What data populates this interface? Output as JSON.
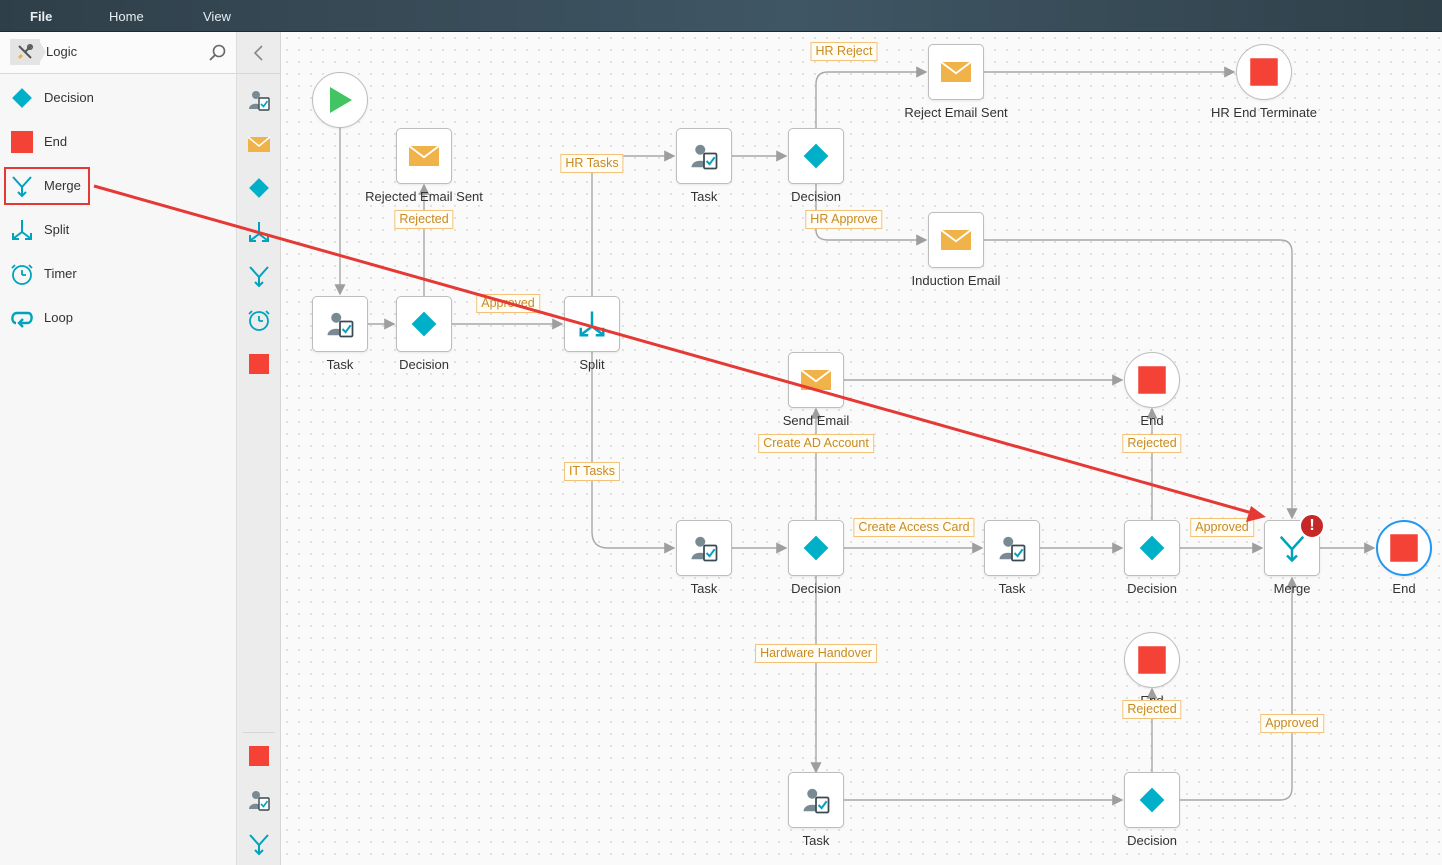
{
  "menubar": {
    "items": [
      "File",
      "Home",
      "View"
    ]
  },
  "toolbox": {
    "breadcrumb": "Logic",
    "items": [
      {
        "label": "Decision",
        "icon": "decision-icon"
      },
      {
        "label": "End",
        "icon": "end-icon"
      },
      {
        "label": "Merge",
        "icon": "merge-icon"
      },
      {
        "label": "Split",
        "icon": "split-icon"
      },
      {
        "label": "Timer",
        "icon": "timer-icon"
      },
      {
        "label": "Loop",
        "icon": "loop-icon"
      }
    ]
  },
  "colors": {
    "start": "#43c463",
    "decision": "#00b0c8",
    "end": "#f44336",
    "email": "#f0b34a",
    "task": "#607078",
    "annotation": "#e53935",
    "label_border": "#f2c27a",
    "label_text": "#c98a1f"
  },
  "nodes": {
    "start": {
      "label": ""
    },
    "task1": {
      "label": "Task"
    },
    "decision1": {
      "label": "Decision"
    },
    "rejected_email": {
      "label": "Rejected Email Sent"
    },
    "split": {
      "label": "Split"
    },
    "task_hr": {
      "label": "Task"
    },
    "decision_hr": {
      "label": "Decision"
    },
    "reject_email": {
      "label": "Reject Email Sent"
    },
    "hr_end": {
      "label": "HR End Terminate"
    },
    "induction_email": {
      "label": "Induction Email"
    },
    "send_email": {
      "label": "Send Email"
    },
    "end_top": {
      "label": "End"
    },
    "task_it": {
      "label": "Task"
    },
    "decision_it": {
      "label": "Decision"
    },
    "task_card": {
      "label": "Task"
    },
    "decision_card": {
      "label": "Decision"
    },
    "merge": {
      "label": "Merge"
    },
    "end_final": {
      "label": "End"
    },
    "end_bottom": {
      "label": "End"
    },
    "task_hw": {
      "label": "Task"
    },
    "decision_hw": {
      "label": "Decision"
    }
  },
  "edge_labels": {
    "hr_reject": "HR Reject",
    "hr_tasks": "HR Tasks",
    "hr_approve": "HR Approve",
    "rejected_top": "Rejected",
    "approved_top": "Approved",
    "create_ad": "Create AD Account",
    "rejected_end_top": "Rejected",
    "it_tasks": "IT Tasks",
    "create_card": "Create Access Card",
    "approved_merge": "Approved",
    "hardware": "Hardware Handover",
    "rejected_end_bottom": "Rejected",
    "approved_bottom": "Approved"
  }
}
